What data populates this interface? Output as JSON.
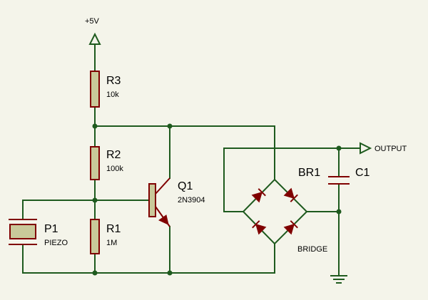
{
  "colors": {
    "background": "#f4f4ea",
    "wire": "#1e5a1e",
    "component": "#800000",
    "body_fill": "#c9c99a",
    "junction": "#1e5a1e",
    "text": "#000000"
  },
  "supply": {
    "label": "+5V",
    "icon": "power-arrow-icon"
  },
  "output": {
    "label": "OUTPUT",
    "icon": "output-terminal-icon"
  },
  "ground": {
    "icon": "ground-icon"
  },
  "components": {
    "r3": {
      "ref": "R3",
      "value": "10k"
    },
    "r2": {
      "ref": "R2",
      "value": "100k"
    },
    "r1": {
      "ref": "R1",
      "value": "1M"
    },
    "q1": {
      "ref": "Q1",
      "value": "2N3904"
    },
    "p1": {
      "ref": "P1",
      "value": "PIEZO"
    },
    "br1": {
      "ref": "BR1",
      "value": "BRIDGE"
    },
    "c1": {
      "ref": "C1"
    }
  }
}
